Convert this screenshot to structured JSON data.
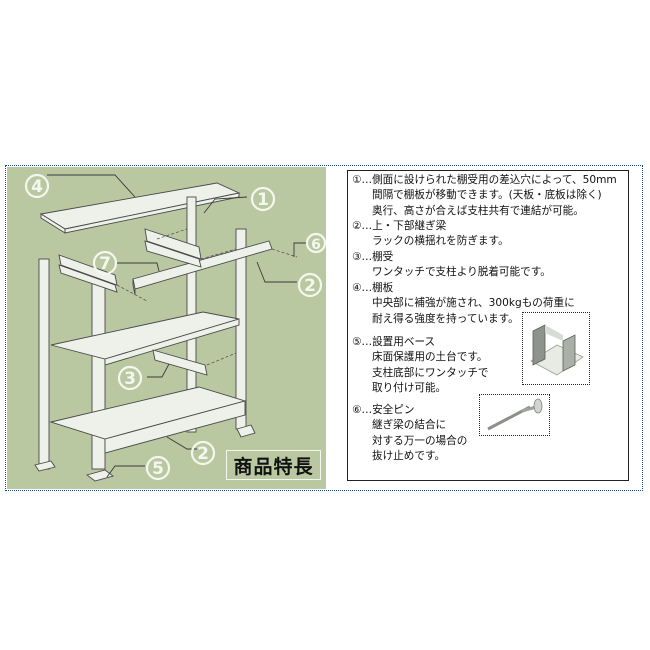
{
  "illustration": {
    "feature_label": "商品特長",
    "callouts": [
      {
        "num": "④",
        "name": "shelf-board"
      },
      {
        "num": "①",
        "name": "pillar-slot"
      },
      {
        "num": "⑥",
        "name": "safety-pin"
      },
      {
        "num": "⑦",
        "name": "bracket"
      },
      {
        "num": "②",
        "name": "upper-beam"
      },
      {
        "num": "③",
        "name": "shelf-support"
      },
      {
        "num": "②",
        "name": "lower-beam"
      },
      {
        "num": "⑤",
        "name": "base-plate"
      }
    ],
    "colors": {
      "background": "#b9c8a1",
      "outline": "#1c4f8f"
    }
  },
  "features": [
    {
      "marker": "①…",
      "title": "側面に設けられた棚受用の差込穴によって、50mm",
      "lines": [
        "間隔で棚板が移動できます。(天板・底板は除く)",
        "奥行、高さが合えば支柱共有で連結が可能。"
      ]
    },
    {
      "marker": "②…",
      "title": "上・下部継ぎ梁",
      "lines": [
        "ラックの横揺れを防ぎます。"
      ]
    },
    {
      "marker": "③…",
      "title": "棚受",
      "lines": [
        "ワンタッチで支柱より脱着可能です。"
      ]
    },
    {
      "marker": "④…",
      "title": "棚板",
      "lines": [
        "中央部に補強が施され、300kgもの荷重に",
        "耐え得る強度を持っています。"
      ]
    },
    {
      "marker": "⑤…",
      "title": "設置用ベース",
      "lines": [
        "床面保護用の土台です。",
        "支柱底部にワンタッチで",
        "取り付け可能。"
      ],
      "photo": "base-plate-photo"
    },
    {
      "marker": "⑥…",
      "title": "安全ピン",
      "lines": [
        "継ぎ梁の結合に",
        "対する万一の場合の",
        "抜け止めです。"
      ],
      "photo": "safety-pin-photo"
    }
  ]
}
